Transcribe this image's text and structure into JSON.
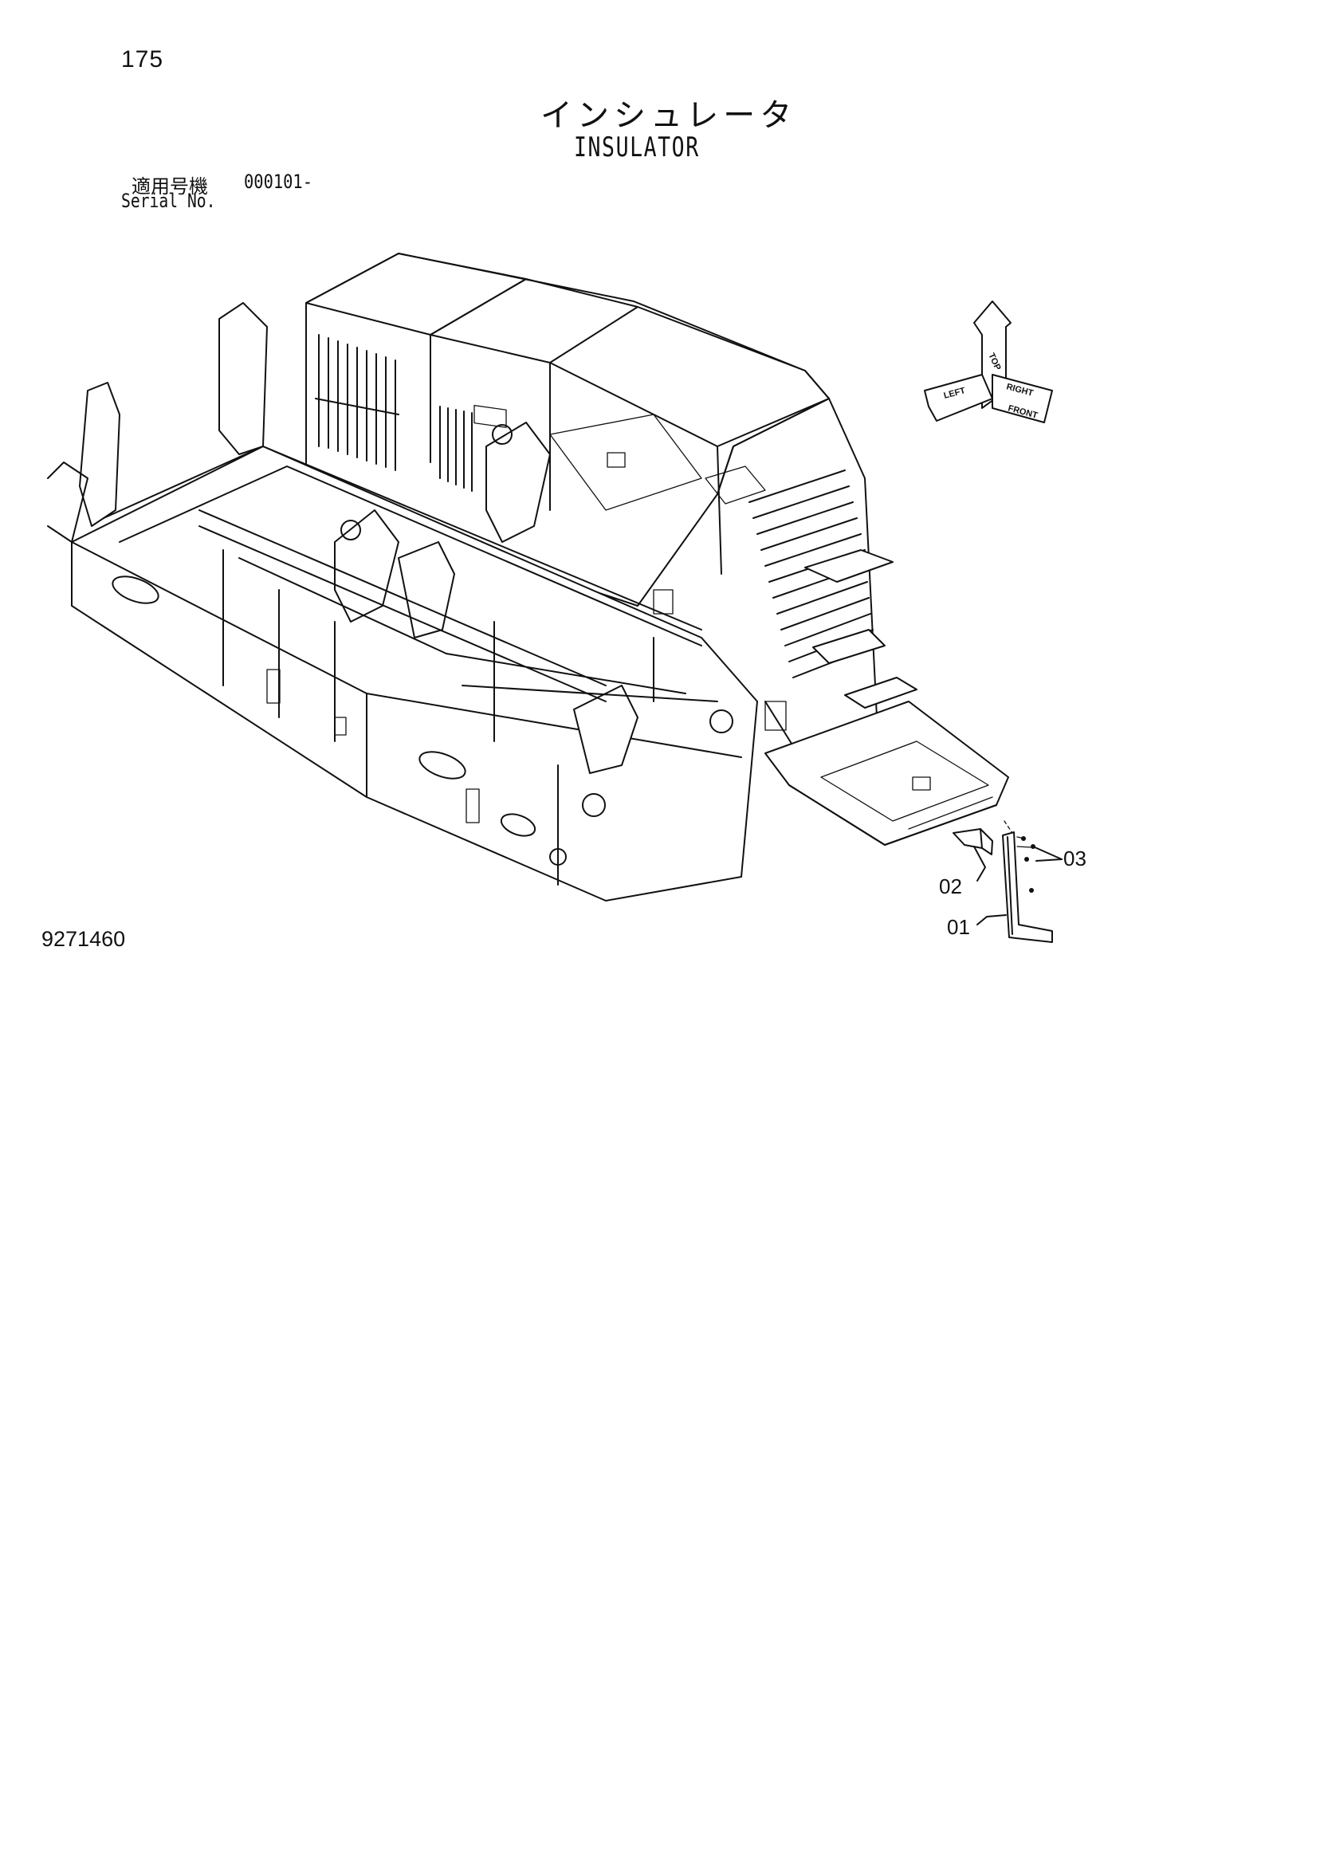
{
  "page_number": "175",
  "title_jp": "インシュレータ",
  "title_en": "INSULATOR",
  "serial": {
    "label_jp": "適用号機",
    "range": "000101-",
    "label_en": "Serial No."
  },
  "figure_number": "9271460",
  "callouts": [
    "01",
    "02",
    "03"
  ],
  "orientation": {
    "top": "TOP",
    "front": "FRONT",
    "left": "LEFT",
    "right": "RIGHT"
  }
}
